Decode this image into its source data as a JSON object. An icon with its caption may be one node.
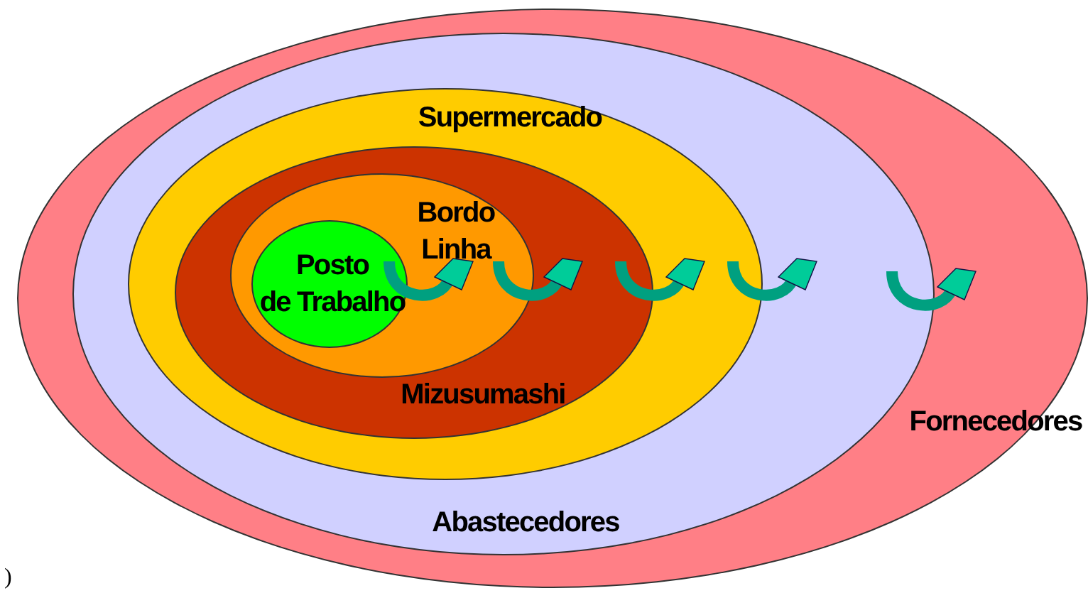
{
  "diagram": {
    "nodes": [
      {
        "text": [
          "Fornecedores"
        ]
      },
      {
        "text": [
          "Abastecedores"
        ],
        "in": 0
      },
      {
        "text": [
          "Supermercado"
        ],
        "in": 1
      },
      {
        "text": [
          "Mizusumashi"
        ],
        "in": 2
      },
      {
        "text": [
          "Bordo Linha"
        ],
        "in": 3
      },
      {
        "text": [
          "Posto de Trabalho"
        ],
        "in": 4
      }
    ],
    "labels": [
      ")"
    ]
  }
}
